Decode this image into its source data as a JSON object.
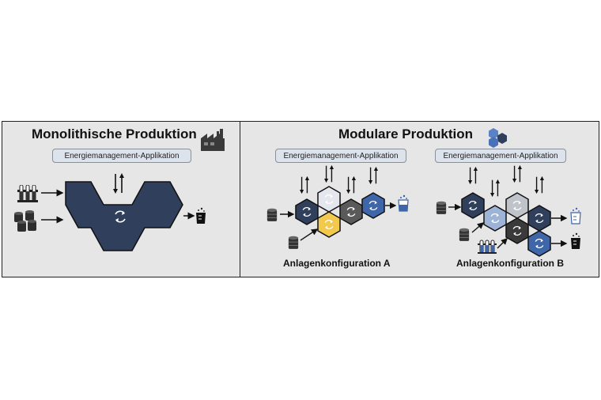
{
  "monolithic": {
    "title": "Monolithische Produktion",
    "app_label": "Energiemanagement-Applikation",
    "icon": "factory-icon"
  },
  "modular": {
    "title": "Modulare Produktion",
    "icon": "hexagon-modules-icon",
    "config_a": {
      "app_label": "Energiemanagement-Applikation",
      "caption": "Anlagenkonfiguration A"
    },
    "config_b": {
      "app_label": "Energiemanagement-Applikation",
      "caption": "Anlagenkonfiguration B"
    }
  },
  "icons": [
    "test-tubes-icon",
    "barrels-icon",
    "beaker-icon",
    "cycle-icon",
    "bidirectional-arrow-icon"
  ],
  "colors": {
    "panel_bg": "#e6e6e6",
    "navy": "#2f3f5c",
    "light_gray": "#e4e7ee",
    "mid_gray": "#bfc3ca",
    "dark_gray": "#5a5a5a",
    "blue": "#3e66a8",
    "yellow": "#f2c94c",
    "light_blue": "#9db4d6"
  }
}
